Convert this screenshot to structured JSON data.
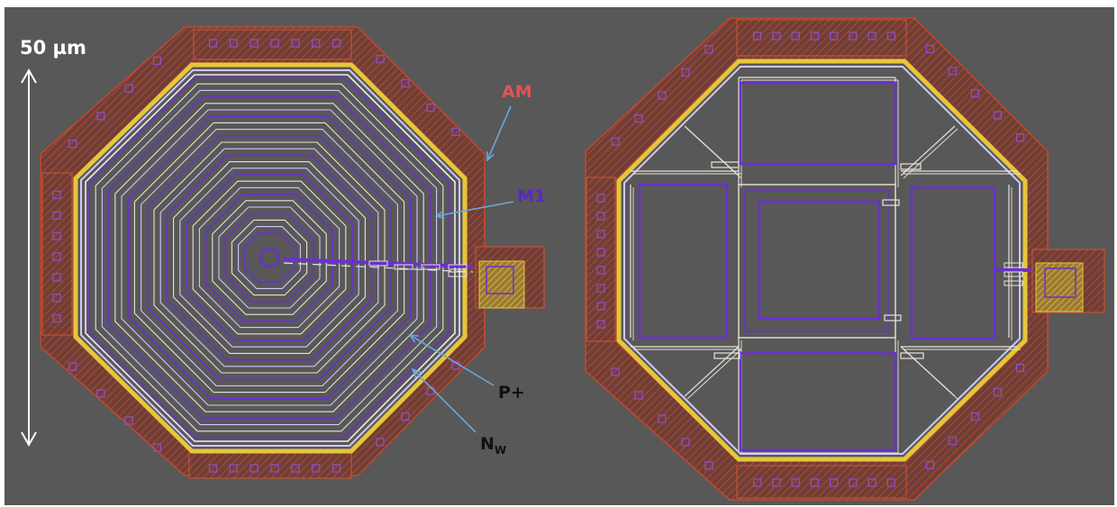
{
  "labels": {
    "scale": "50 µm",
    "am": "AM",
    "m1": "M1",
    "p_plus": "P+",
    "n_w_main": "N",
    "n_w_sub": "W"
  },
  "colors": {
    "background": "#585858",
    "border_outer": "#f2f2f2",
    "am_fill": "#6e3f37",
    "am_stroke": "#c2482f",
    "am_hatch": "#d4552f",
    "contact": "#7a3fa8",
    "yellow": "#e6c63a",
    "m1": "#6b2fd1",
    "ring": "#e8e3dc",
    "p_plus": "#cfc7ff",
    "label_am": "#e05555",
    "label_m1": "#5b27c6",
    "label_dark": "#111111",
    "arrow": "#6aa7d8",
    "scale_white": "#ffffff"
  }
}
